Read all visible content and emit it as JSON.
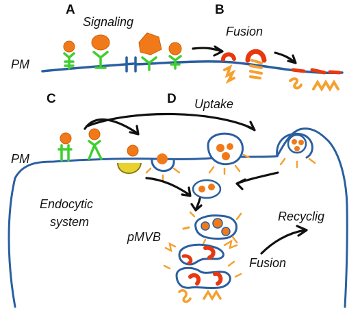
{
  "panels": {
    "a": "A",
    "b": "B",
    "c": "C",
    "d": "D"
  },
  "labels": {
    "signaling": "Signaling",
    "fusion_top": "Fusion",
    "pm_top": "PM",
    "uptake": "Uptake",
    "pm_bottom": "PM",
    "endocytic_line1": "Endocytic",
    "endocytic_line2": "system",
    "pmvb": "pMVB",
    "recycling": "Recyclig",
    "fusion_bottom": "Fusion"
  },
  "colors": {
    "membrane": "#2a5fa0",
    "ligand": "#f07a1a",
    "receptor": "#3fce2e",
    "fusion_protein": "#e83810",
    "fragment": "#f5a030",
    "clathrin": "#e8d230",
    "arrow": "#111111"
  },
  "icons": [
    "arrow-icon",
    "receptor-icon",
    "vesicle-icon",
    "multivesicular-body-icon"
  ]
}
